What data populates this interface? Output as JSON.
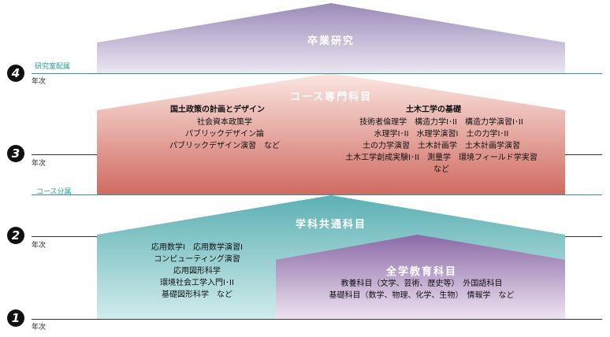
{
  "tiers": {
    "graduation": {
      "title": "卒業研究"
    },
    "course": {
      "title": "コース専門科目"
    },
    "department": {
      "title": "学科共通科目"
    },
    "university": {
      "title": "全学教育科目"
    }
  },
  "milestones": {
    "lab_assignment": "研究室配属",
    "course_assignment": "コース分属"
  },
  "years": [
    {
      "number": "4",
      "label": "年次"
    },
    {
      "number": "3",
      "label": "年次"
    },
    {
      "number": "2",
      "label": "年次"
    },
    {
      "number": "1",
      "label": "年次"
    }
  ],
  "course_groups": {
    "policy": {
      "heading": "国土政策の計画とデザイン",
      "lines": [
        "社会資本政策学",
        "パブリックデザイン論",
        "パブリックデザイン演習　など"
      ]
    },
    "civil": {
      "heading": "土木工学の基礎",
      "lines": [
        "技術者倫理学　構造力学I･II　構造力学演習I･II",
        "水理学I･II　水理学演習I　土の力学I･II",
        "土の力学演習　土木計画学　土木計画学演習",
        "土木工学創成実験I･II　測量学　環境フィールド学実習",
        "など"
      ]
    }
  },
  "department_courses": {
    "lines": [
      "応用数学I　応用数学演習I",
      "コンピューティング演習",
      "応用図形科学",
      "環境社会工学入門I･II",
      "基礎図形科学　など"
    ]
  },
  "university_courses": {
    "lines": [
      "教養科目（文学、芸術、歴史等）　外国語科目",
      "基礎科目（数学、物理、化学、生物）　情報学　など"
    ]
  },
  "colors": {
    "graduation_top": "#9a8ab8",
    "graduation_bottom": "#ece6f2",
    "course_top": "#d06a60",
    "course_bottom": "#fbe6e2",
    "department_top": "#5cb0b4",
    "department_bottom": "#d0ecec",
    "university_top": "#8a6aa6",
    "university_bottom": "#efe3f2",
    "teal_line": "#2a9a9a"
  }
}
